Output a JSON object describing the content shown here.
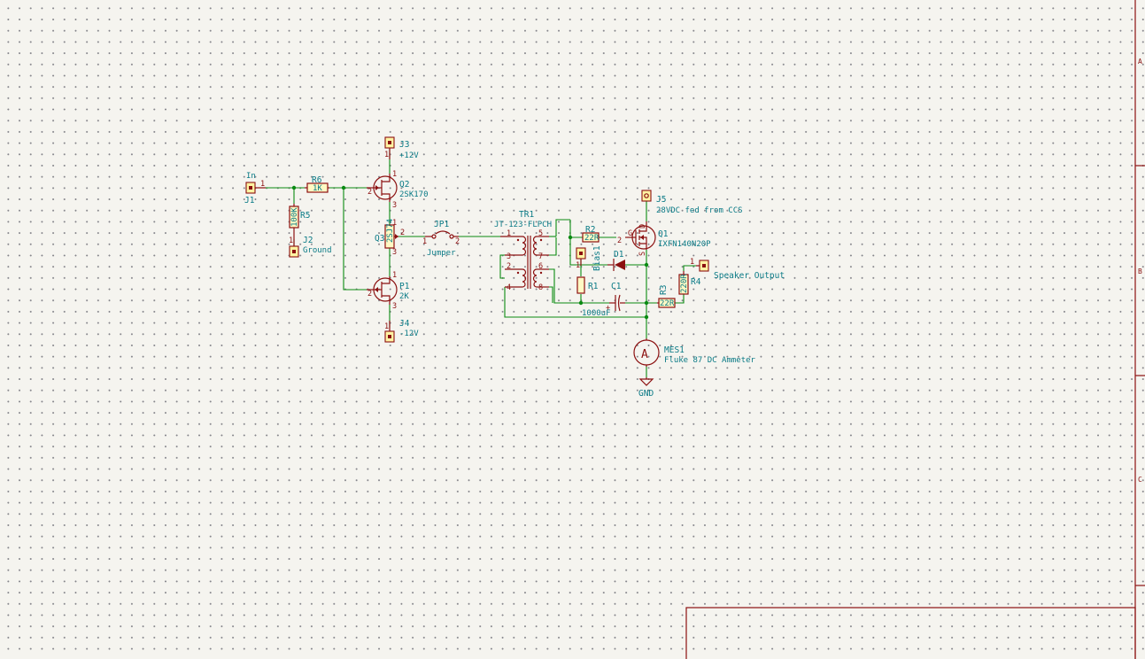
{
  "schematic": {
    "components": [
      {
        "ref": "J1",
        "value": "In"
      },
      {
        "ref": "J2",
        "value": "Ground"
      },
      {
        "ref": "J3",
        "value": "+12V"
      },
      {
        "ref": "J4",
        "value": "-12V"
      },
      {
        "ref": "J5",
        "value": "28VDC fed from CCS"
      },
      {
        "ref": "R6",
        "value": "1K"
      },
      {
        "ref": "R5",
        "value": "100K"
      },
      {
        "ref": "Q2",
        "value": "2SK170"
      },
      {
        "ref": "Q3",
        "value": "2SJ74"
      },
      {
        "ref": "P1",
        "value": "2K"
      },
      {
        "ref": "JP1",
        "value": "Jumper"
      },
      {
        "ref": "TR1",
        "value": "JT-123-FLPCH"
      },
      {
        "ref": "R2",
        "value": "22R"
      },
      {
        "ref": "Q1",
        "value": "IXFN140N20P"
      },
      {
        "ref": "Bias1",
        "value": ""
      },
      {
        "ref": "R1",
        "value": ""
      },
      {
        "ref": "D1",
        "value": ""
      },
      {
        "ref": "C1",
        "value": "1000uF"
      },
      {
        "ref": "R3",
        "value": "22R"
      },
      {
        "ref": "R4",
        "value": "220R"
      },
      {
        "ref": "Speaker Output",
        "value": ""
      },
      {
        "ref": "MES1",
        "value": "Fluke 87 DC Ammeter"
      },
      {
        "ref": "GND",
        "value": ""
      }
    ],
    "pin_numbers": {
      "one": "1",
      "two": "2",
      "three": "3",
      "four": "4",
      "five": "5",
      "six": "6",
      "seven": "7",
      "eight": "8"
    },
    "mosfet_pins": {
      "gate": "G",
      "drain": "D",
      "source": "S"
    },
    "ammeter_symbol": "A"
  },
  "sheet": {
    "border_color": "#8b1010",
    "zones": [
      "A",
      "B",
      "C"
    ]
  },
  "colors": {
    "wire": "#0a8a12",
    "symbol": "#8b1010",
    "symbol_fill": "#fff9c4",
    "text": "#0a7a86",
    "background": "#f5f4ef"
  }
}
